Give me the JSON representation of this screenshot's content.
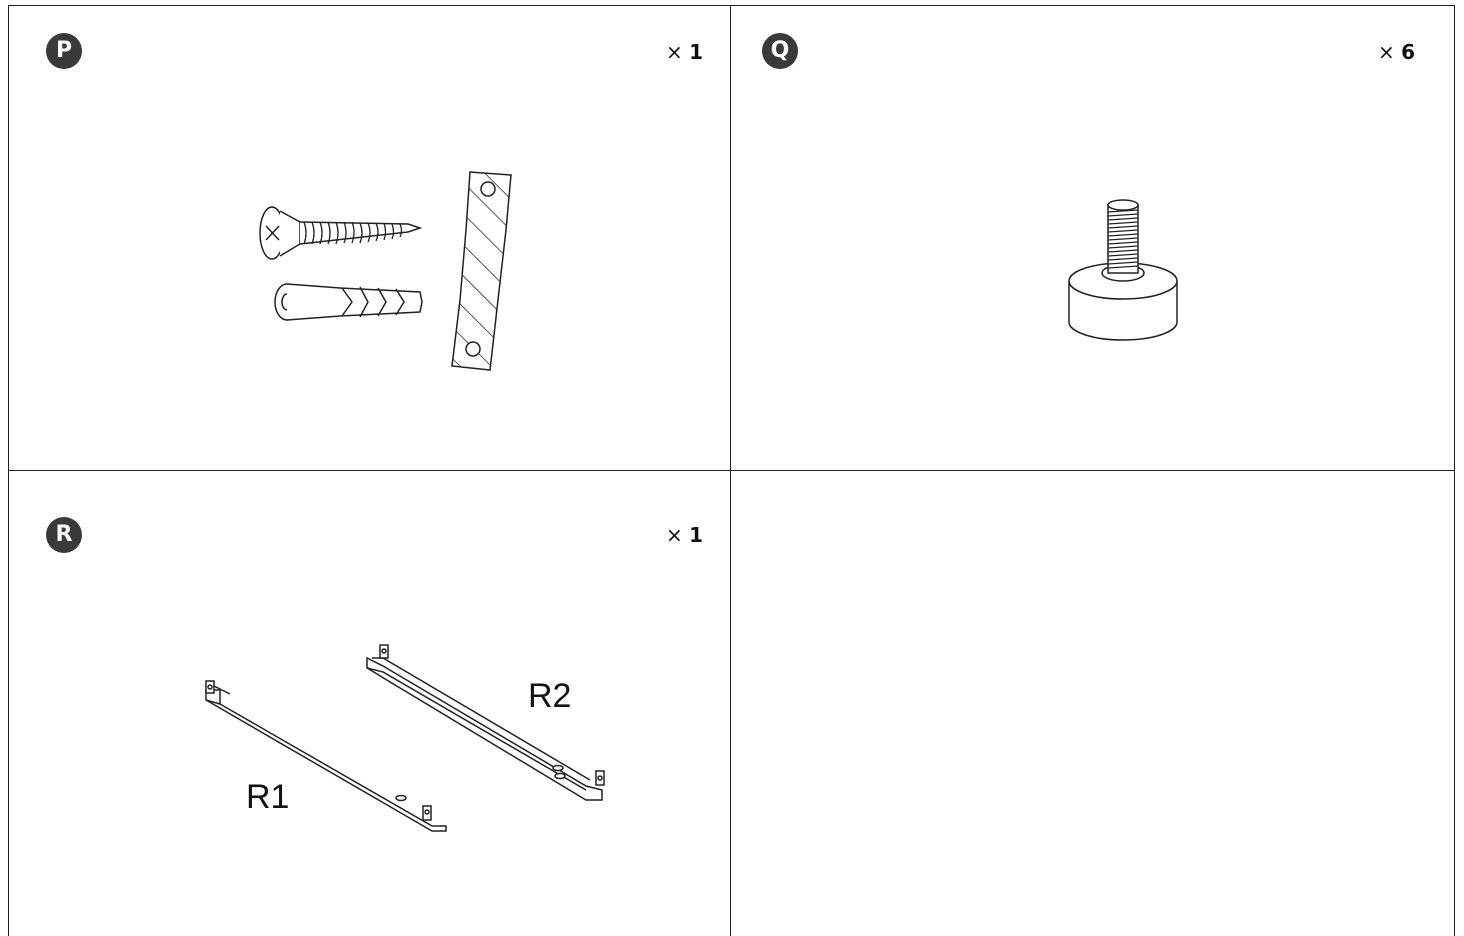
{
  "panels": [
    {
      "badge": "P",
      "qty_prefix": "×",
      "qty_count": "1"
    },
    {
      "badge": "Q",
      "qty_prefix": "×",
      "qty_count": "6"
    },
    {
      "badge": "R",
      "qty_prefix": "×",
      "qty_count": "1",
      "part_labels": {
        "r1": "R1",
        "r2": "R2"
      }
    }
  ],
  "colors": {
    "badge_bg": "#3a3a3a",
    "line": "#222222"
  }
}
